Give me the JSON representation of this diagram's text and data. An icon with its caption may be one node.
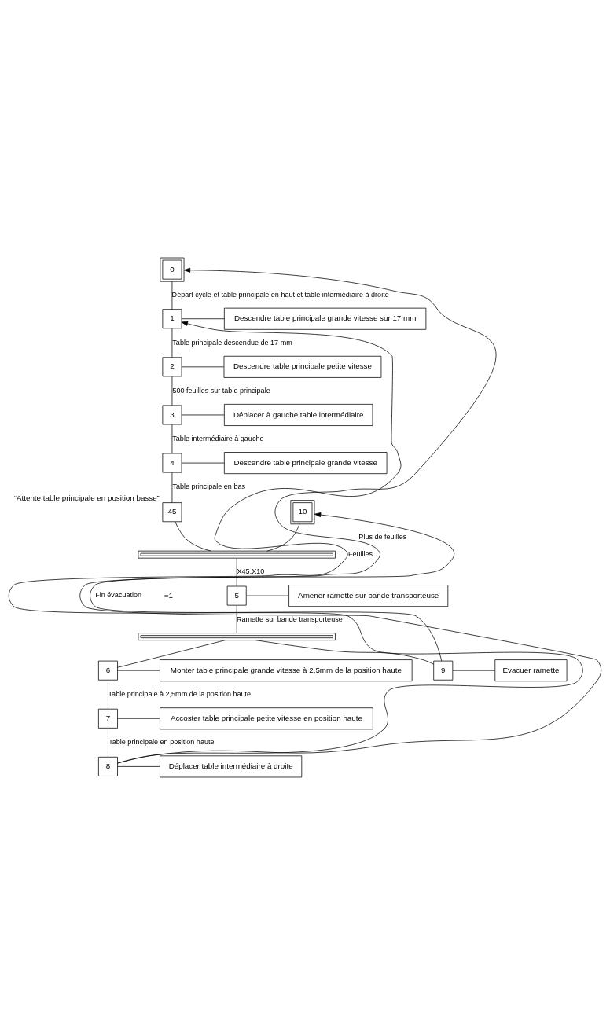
{
  "diagram": {
    "nodes": [
      {
        "text": [
          "0"
        ]
      },
      {
        "text": [
          "1"
        ]
      },
      {
        "text": [
          "Descendre table principale grande vitesse sur 17 mm"
        ]
      },
      {
        "text": [
          "2"
        ]
      },
      {
        "text": [
          "Descendre table principale petite vitesse"
        ]
      },
      {
        "text": [
          "3"
        ]
      },
      {
        "text": [
          "Déplacer à gauche table intermédiaire"
        ]
      },
      {
        "text": [
          "4"
        ]
      },
      {
        "text": [
          "Descendre table principale grande vitesse"
        ]
      },
      {
        "text": [
          "45"
        ],
        "beside": [
          "“Attente table principale en position basse”"
        ]
      },
      {
        "text": [
          "10"
        ]
      },
      {
        "text": [],
        "shape": "bar"
      },
      {
        "text": [
          "5"
        ]
      },
      {
        "text": [
          "Amener ramette sur bande transporteuse"
        ]
      },
      {
        "text": [],
        "shape": "bar"
      },
      {
        "text": [
          "6"
        ]
      },
      {
        "text": [
          "Monter table principale grande vitesse à 2,5mm de la position haute"
        ]
      },
      {
        "text": [
          "9"
        ]
      },
      {
        "text": [
          "Evacuer ramette"
        ]
      },
      {
        "text": [
          "7"
        ]
      },
      {
        "text": [
          "Accoster table principale petite vitesse en position haute"
        ]
      },
      {
        "text": [
          "8"
        ]
      },
      {
        "text": [
          "Déplacer table intermédiaire à droite"
        ]
      }
    ],
    "edges": [
      {
        "from": 0,
        "to": 1,
        "arrow": "none",
        "label": "Départ cycle et table principale en haut et table intermédiaire à droite"
      },
      {
        "from": 1,
        "to": 2,
        "arrow": "none"
      },
      {
        "from": 1,
        "to": 3,
        "arrow": "none",
        "label": "Table principale descendue de 17 mm"
      },
      {
        "from": 3,
        "to": 4,
        "arrow": "none"
      },
      {
        "from": 3,
        "to": 5,
        "arrow": "none",
        "label": "500 feuilles sur table principale"
      },
      {
        "from": 5,
        "to": 6,
        "arrow": "none"
      },
      {
        "from": 5,
        "to": 7,
        "arrow": "none",
        "label": "Table intermédiaire à gauche"
      },
      {
        "from": 7,
        "to": 8,
        "arrow": "none"
      },
      {
        "from": 7,
        "to": 9,
        "arrow": "none",
        "label": "Table principale en bas"
      },
      {
        "from": 9,
        "to": 11,
        "arrow": "none"
      },
      {
        "from": 10,
        "to": 11,
        "arrow": "none"
      },
      {
        "from": 11,
        "to": 12,
        "arrow": "none",
        "label": "X45.X10"
      },
      {
        "from": 12,
        "to": 13,
        "arrow": "none"
      },
      {
        "from": 12,
        "to": 14,
        "arrow": "none",
        "label": "Ramette sur bande transporteuse"
      },
      {
        "from": 14,
        "to": 15,
        "arrow": "none"
      },
      {
        "from": 14,
        "to": 17,
        "arrow": "none"
      },
      {
        "from": 15,
        "to": 16,
        "arrow": "none"
      },
      {
        "from": 17,
        "to": 18,
        "arrow": "none"
      },
      {
        "from": 15,
        "to": 19,
        "arrow": "none",
        "label": "Table principale à 2,5mm de la position haute"
      },
      {
        "from": 17,
        "to": 10,
        "arrow": "to",
        "label": "Fin évacuation"
      },
      {
        "from": 19,
        "to": 20,
        "arrow": "none"
      },
      {
        "from": 19,
        "to": 21,
        "arrow": "none",
        "label": "Table principale en position haute"
      },
      {
        "from": 21,
        "to": 22,
        "arrow": "none"
      },
      {
        "from": 21,
        "to": 0,
        "arrow": "to",
        "label": "Plus de feuilles"
      },
      {
        "from": 21,
        "to": 1,
        "arrow": "to",
        "label": "Feuilles"
      }
    ],
    "labels": [
      "=1"
    ]
  }
}
